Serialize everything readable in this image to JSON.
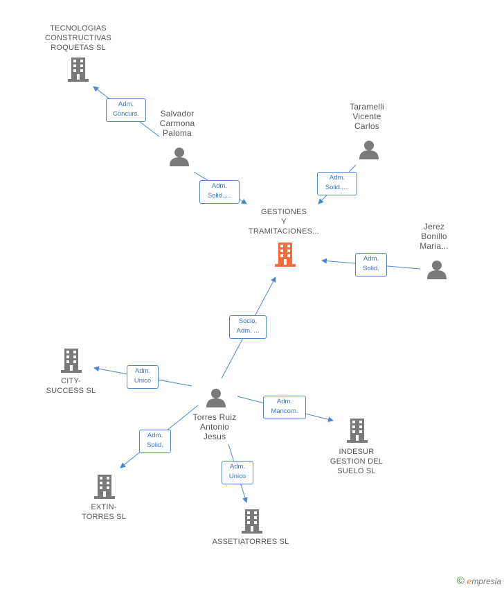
{
  "colors": {
    "edge": "#4a86d4",
    "company": "#7a7a7a",
    "person": "#7a7a7a",
    "focus": "#f26d3d"
  },
  "nodes": {
    "tecnologias": {
      "label": "TECNOLOGIAS\nCONSTRUCTIVAS\nROQUETAS SL",
      "kind": "company-icon"
    },
    "salvador": {
      "label": "Salvador\nCarmona\nPaloma",
      "kind": "person-icon"
    },
    "taramelli": {
      "label": "Taramelli\nVicente\nCarlos",
      "kind": "person-icon"
    },
    "gestiones": {
      "label": "GESTIONES\nY\nTRAMITACIONES...",
      "kind": "company-icon"
    },
    "jerez": {
      "label": "Jerez\nBonillo\nMaria...",
      "kind": "person-icon"
    },
    "city": {
      "label": "CITY-\nSUCCESS  SL",
      "kind": "company-icon"
    },
    "torres": {
      "label": "Torres Ruiz\nAntonio\nJesus",
      "kind": "person-icon"
    },
    "indesur": {
      "label": "INDESUR\nGESTION DEL\nSUELO  SL",
      "kind": "company-icon"
    },
    "extin": {
      "label": "EXTIN-\nTORRES SL",
      "kind": "company-icon"
    },
    "assetia": {
      "label": "ASSETIATORRES SL",
      "kind": "company-icon"
    }
  },
  "edges": {
    "e1": "Adm.\nConcurs.",
    "e2": "Adm.\nSolid.,...",
    "e3": "Adm.\nSolid.,...",
    "e4": "Adm.\nSolid.",
    "e5": "Socio,\nAdm. ...",
    "e6": "Adm.\nUnico",
    "e7": "Adm.\nMancom.",
    "e8": "Adm.\nSolid.",
    "e9": "Adm.\nUnico"
  },
  "watermark": {
    "symbol": "©",
    "brand_initial": "e",
    "brand_rest": "mpresia"
  }
}
